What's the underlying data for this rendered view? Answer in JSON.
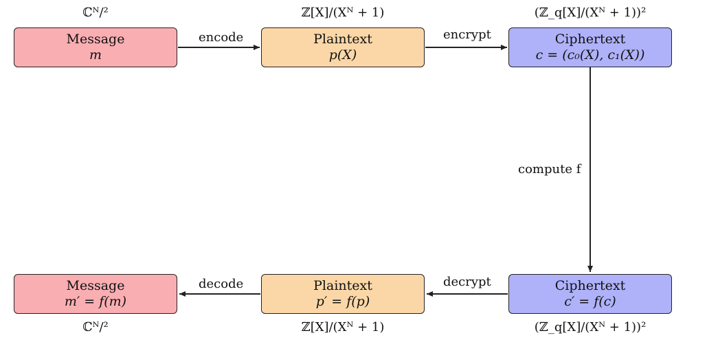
{
  "colors": {
    "message": "#f9aeb2",
    "plaintext": "#fbd7a8",
    "ciphertext": "#afb2f9",
    "stroke": "#222222"
  },
  "top_row": {
    "message": {
      "title": "Message",
      "math": "m",
      "space": "ℂᴺ/²"
    },
    "plaintext": {
      "title": "Plaintext",
      "math": "p(X)",
      "space": "ℤ[X]/(Xᴺ + 1)"
    },
    "ciphertext": {
      "title": "Ciphertext",
      "math": "c = (c₀(X), c₁(X))",
      "space": "(ℤ_q[X]/(Xᴺ + 1))²"
    }
  },
  "bottom_row": {
    "message": {
      "title": "Message",
      "math": "m′ = f(m)",
      "space": "ℂᴺ/²"
    },
    "plaintext": {
      "title": "Plaintext",
      "math": "p′ = f(p)",
      "space": "ℤ[X]/(Xᴺ + 1)"
    },
    "ciphertext": {
      "title": "Ciphertext",
      "math": "c′ = f(c)",
      "space": "(ℤ_q[X]/(Xᴺ + 1))²"
    }
  },
  "edges": {
    "encode": "encode",
    "encrypt": "encrypt",
    "compute": "compute f",
    "decrypt": "decrypt",
    "decode": "decode"
  }
}
